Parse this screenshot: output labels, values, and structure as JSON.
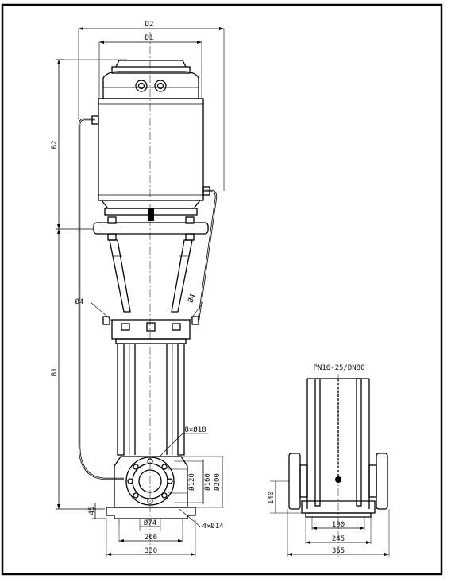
{
  "drawing": {
    "labels": {
      "d2": "D2",
      "d1": "D1",
      "b2": "B2",
      "b1": "B1",
      "phi_left": "Ø4",
      "phi_right": "Ø4",
      "bolt_holes_flange": "8×Ø18",
      "bolt_holes_base": "4×Ø14",
      "dim_45": "45",
      "dim_74": "Ø74",
      "dim_266": "266",
      "dim_330": "330",
      "dim_120": "Ø120",
      "dim_160": "Ø160",
      "dim_200": "Ø200",
      "flange_spec": "PN16-25/DN80",
      "dim_140": "140",
      "dim_190": "190",
      "dim_245": "245",
      "dim_365": "365"
    }
  }
}
